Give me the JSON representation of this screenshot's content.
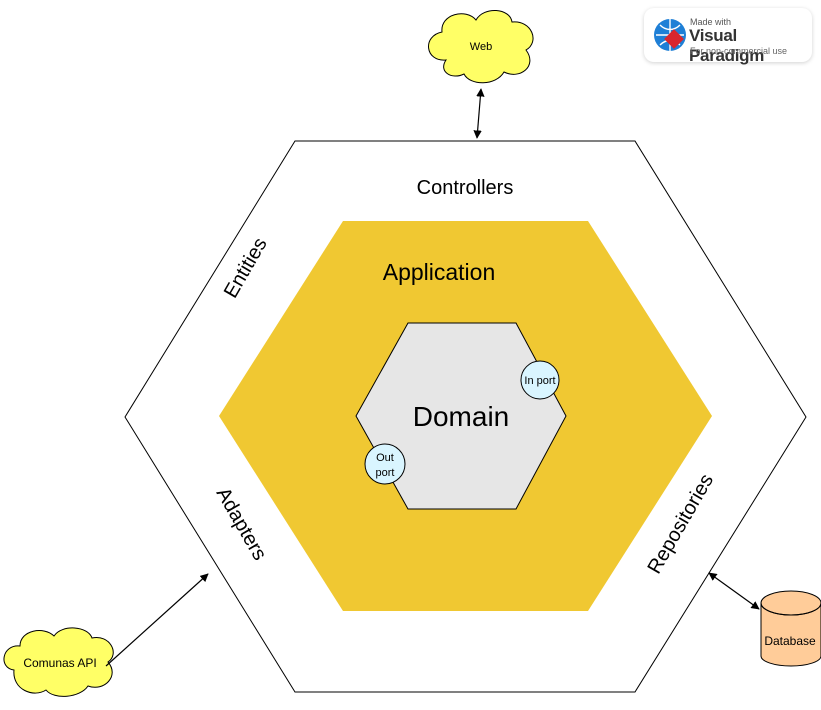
{
  "layers": {
    "outer": {
      "top_label": "Controllers",
      "left_label": "Entities",
      "bottom_left_label": "Adapters",
      "bottom_right_label": "Repositories",
      "fill": "#ffffff",
      "stroke": "#000000"
    },
    "middle": {
      "label": "Application",
      "fill": "#f0c832"
    },
    "inner": {
      "label": "Domain",
      "fill": "#e6e6e6"
    }
  },
  "ports": {
    "in": {
      "label": "In port",
      "fill": "#d9f5ff"
    },
    "out": {
      "label_line1": "Out",
      "label_line2": "port",
      "fill": "#d9f5ff"
    }
  },
  "clouds": {
    "web": "Web",
    "comunas_api": "Comunas API",
    "fill": "#ffff66"
  },
  "database": {
    "label": "Database",
    "fill": "#ffcc99"
  },
  "watermark": {
    "made_with": "Made with",
    "brand": "Visual Paradigm",
    "subtitle": "For non-commercial use",
    "icon": "visual-paradigm-logo-icon"
  }
}
